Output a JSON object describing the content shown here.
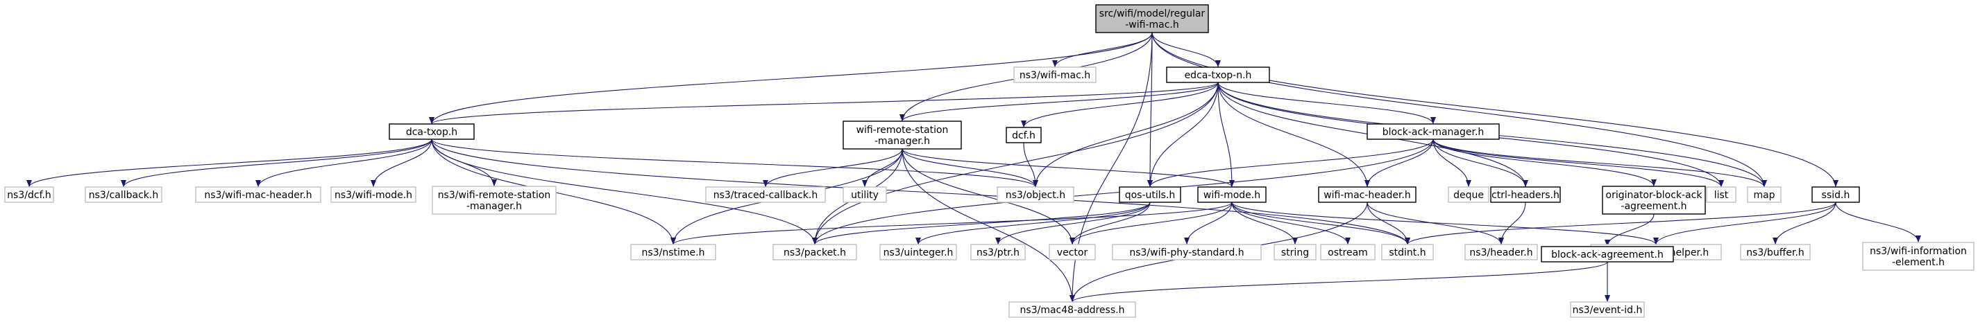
{
  "nodes": [
    {
      "id": "root",
      "lines": [
        "src/wifi/model/regular",
        "-wifi-mac.h"
      ],
      "style": "root"
    },
    {
      "id": "wifi_mac",
      "lines": [
        "ns3/wifi-mac.h"
      ],
      "style": "ext"
    },
    {
      "id": "edca",
      "lines": [
        "edca-txop-n.h"
      ],
      "style": "internal"
    },
    {
      "id": "dca",
      "lines": [
        "dca-txop.h"
      ],
      "style": "internal"
    },
    {
      "id": "wrsm",
      "lines": [
        "wifi-remote-station",
        "-manager.h"
      ],
      "style": "internal"
    },
    {
      "id": "dcf",
      "lines": [
        "dcf.h"
      ],
      "style": "internal"
    },
    {
      "id": "bam",
      "lines": [
        "block-ack-manager.h"
      ],
      "style": "internal"
    },
    {
      "id": "ssid",
      "lines": [
        "ssid.h"
      ],
      "style": "internal"
    },
    {
      "id": "ns3dcf",
      "lines": [
        "ns3/dcf.h"
      ],
      "style": "ext"
    },
    {
      "id": "callback",
      "lines": [
        "ns3/callback.h"
      ],
      "style": "ext"
    },
    {
      "id": "wmh_ext",
      "lines": [
        "ns3/wifi-mac-header.h"
      ],
      "style": "ext"
    },
    {
      "id": "wmode_ext",
      "lines": [
        "ns3/wifi-mode.h"
      ],
      "style": "ext"
    },
    {
      "id": "wrsm_ext",
      "lines": [
        "ns3/wifi-remote-station",
        "-manager.h"
      ],
      "style": "ext"
    },
    {
      "id": "traced",
      "lines": [
        "ns3/traced-callback.h"
      ],
      "style": "ext"
    },
    {
      "id": "utility",
      "lines": [
        "utility"
      ],
      "style": "ext"
    },
    {
      "id": "object",
      "lines": [
        "ns3/object.h"
      ],
      "style": "ext"
    },
    {
      "id": "qos",
      "lines": [
        "qos-utils.h"
      ],
      "style": "internal"
    },
    {
      "id": "wmode",
      "lines": [
        "wifi-mode.h"
      ],
      "style": "internal"
    },
    {
      "id": "wmh",
      "lines": [
        "wifi-mac-header.h"
      ],
      "style": "internal"
    },
    {
      "id": "deque",
      "lines": [
        "deque"
      ],
      "style": "ext"
    },
    {
      "id": "ctrl",
      "lines": [
        "ctrl-headers.h"
      ],
      "style": "internal"
    },
    {
      "id": "obaa",
      "lines": [
        "originator-block-ack",
        "-agreement.h"
      ],
      "style": "internal"
    },
    {
      "id": "list",
      "lines": [
        "list"
      ],
      "style": "ext"
    },
    {
      "id": "map",
      "lines": [
        "map"
      ],
      "style": "ext"
    },
    {
      "id": "nstime",
      "lines": [
        "ns3/nstime.h"
      ],
      "style": "ext"
    },
    {
      "id": "packet",
      "lines": [
        "ns3/packet.h"
      ],
      "style": "ext"
    },
    {
      "id": "uinteger",
      "lines": [
        "ns3/uinteger.h"
      ],
      "style": "ext"
    },
    {
      "id": "ptr",
      "lines": [
        "ns3/ptr.h"
      ],
      "style": "ext"
    },
    {
      "id": "vector",
      "lines": [
        "vector"
      ],
      "style": "ext"
    },
    {
      "id": "wps",
      "lines": [
        "ns3/wifi-phy-standard.h"
      ],
      "style": "ext"
    },
    {
      "id": "string",
      "lines": [
        "string"
      ],
      "style": "ext"
    },
    {
      "id": "ostream",
      "lines": [
        "ostream"
      ],
      "style": "ext"
    },
    {
      "id": "stdint",
      "lines": [
        "stdint.h"
      ],
      "style": "ext"
    },
    {
      "id": "header",
      "lines": [
        "ns3/header.h"
      ],
      "style": "ext"
    },
    {
      "id": "attr",
      "lines": [
        "ns3/attribute-helper.h"
      ],
      "style": "ext"
    },
    {
      "id": "buffer",
      "lines": [
        "ns3/buffer.h"
      ],
      "style": "ext"
    },
    {
      "id": "wie",
      "lines": [
        "ns3/wifi-information",
        "-element.h"
      ],
      "style": "ext"
    },
    {
      "id": "baa",
      "lines": [
        "block-ack-agreement.h"
      ],
      "style": "internal"
    },
    {
      "id": "mac48",
      "lines": [
        "ns3/mac48-address.h"
      ],
      "style": "ext"
    },
    {
      "id": "eventid",
      "lines": [
        "ns3/event-id.h"
      ],
      "style": "ext"
    }
  ],
  "edges": [
    [
      "root",
      "wifi_mac"
    ],
    [
      "root",
      "edca"
    ],
    [
      "root",
      "dca"
    ],
    [
      "root",
      "wrsm"
    ],
    [
      "root",
      "qos"
    ],
    [
      "root",
      "mac48"
    ],
    [
      "root",
      "ssid"
    ],
    [
      "root",
      "map"
    ],
    [
      "edca",
      "dca"
    ],
    [
      "edca",
      "wrsm"
    ],
    [
      "edca",
      "dcf"
    ],
    [
      "edca",
      "bam"
    ],
    [
      "edca",
      "object"
    ],
    [
      "edca",
      "qos"
    ],
    [
      "edca",
      "wmode"
    ],
    [
      "edca",
      "wmh"
    ],
    [
      "edca",
      "ctrl"
    ],
    [
      "edca",
      "list"
    ],
    [
      "edca",
      "map"
    ],
    [
      "edca",
      "packet"
    ],
    [
      "dca",
      "ns3dcf"
    ],
    [
      "dca",
      "callback"
    ],
    [
      "dca",
      "wmh_ext"
    ],
    [
      "dca",
      "wmode_ext"
    ],
    [
      "dca",
      "wrsm_ext"
    ],
    [
      "dca",
      "object"
    ],
    [
      "dca",
      "nstime"
    ],
    [
      "dca",
      "packet"
    ],
    [
      "dca",
      "stdint"
    ],
    [
      "wrsm",
      "traced"
    ],
    [
      "wrsm",
      "utility"
    ],
    [
      "wrsm",
      "object"
    ],
    [
      "wrsm",
      "wmode"
    ],
    [
      "wrsm",
      "vector"
    ],
    [
      "wrsm",
      "packet"
    ],
    [
      "wrsm",
      "nstime"
    ],
    [
      "wrsm",
      "mac48"
    ],
    [
      "dcf",
      "object"
    ],
    [
      "bam",
      "qos"
    ],
    [
      "bam",
      "wmh"
    ],
    [
      "bam",
      "deque"
    ],
    [
      "bam",
      "ctrl"
    ],
    [
      "bam",
      "obaa"
    ],
    [
      "bam",
      "list"
    ],
    [
      "bam",
      "map"
    ],
    [
      "bam",
      "packet"
    ],
    [
      "qos",
      "packet"
    ],
    [
      "qos",
      "uinteger"
    ],
    [
      "qos",
      "ptr"
    ],
    [
      "qos",
      "vector"
    ],
    [
      "wmode",
      "nstime"
    ],
    [
      "wmode",
      "vector"
    ],
    [
      "wmode",
      "wps"
    ],
    [
      "wmode",
      "string"
    ],
    [
      "wmode",
      "ostream"
    ],
    [
      "wmode",
      "stdint"
    ],
    [
      "wmode",
      "attr"
    ],
    [
      "wmh",
      "stdint"
    ],
    [
      "wmh",
      "header"
    ],
    [
      "wmh",
      "mac48"
    ],
    [
      "ctrl",
      "header"
    ],
    [
      "obaa",
      "baa"
    ],
    [
      "baa",
      "mac48"
    ],
    [
      "baa",
      "eventid"
    ],
    [
      "ssid",
      "stdint"
    ],
    [
      "ssid",
      "attr"
    ],
    [
      "ssid",
      "buffer"
    ],
    [
      "ssid",
      "wie"
    ]
  ],
  "colors": {
    "root_fill": "#bfbfbf",
    "internal_fill": "#ffffff",
    "internal_stroke": "#000000",
    "ext_fill": "#ffffff",
    "ext_stroke": "#bfbfbf",
    "edge": "#191970",
    "text": "#000000"
  }
}
